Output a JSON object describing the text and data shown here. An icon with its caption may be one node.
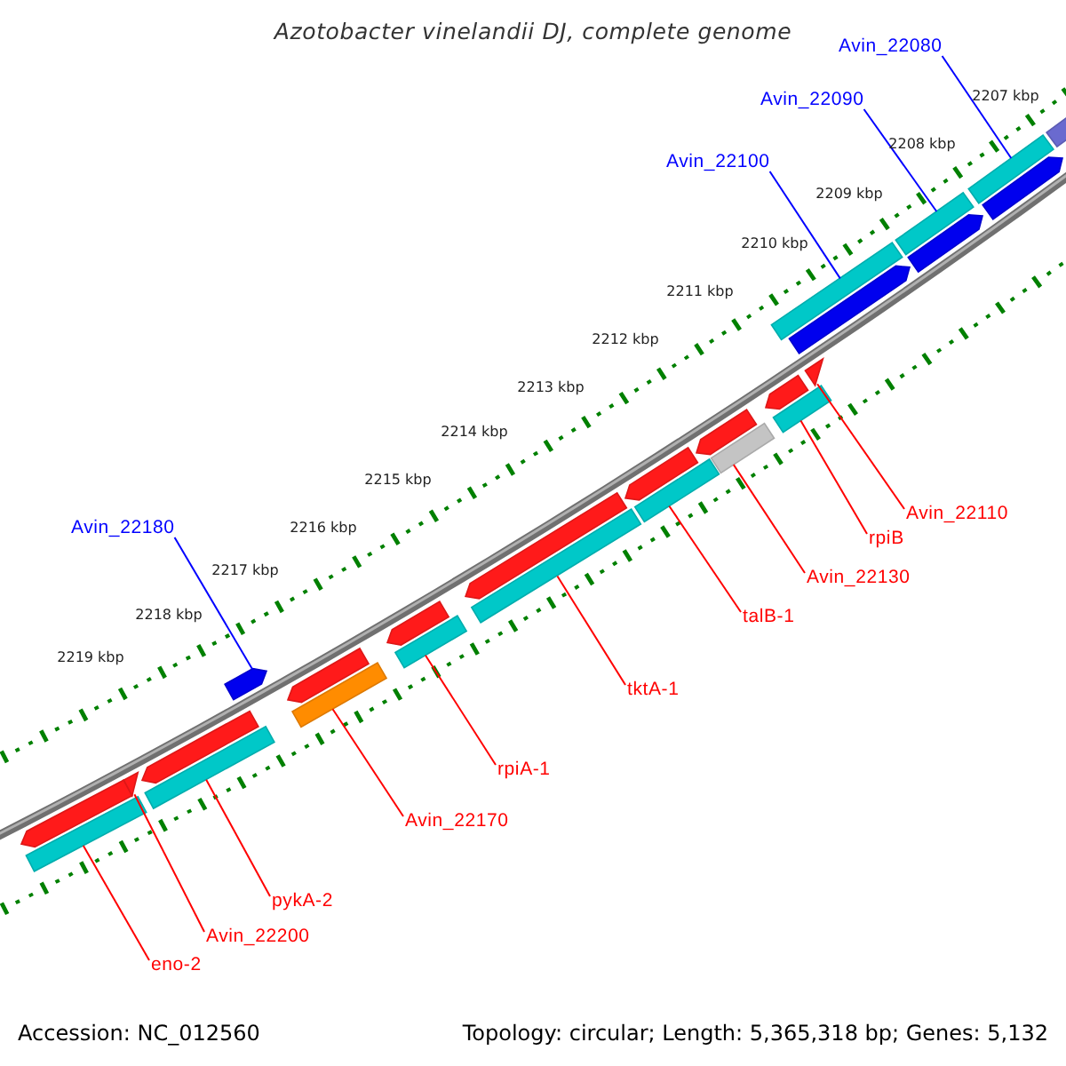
{
  "diagram": {
    "title": "Azotobacter vinelandii DJ, complete genome",
    "nodes": [
      {
        "text": [
          "Avin_22080"
        ]
      },
      {
        "text": [
          "Avin_22090"
        ]
      },
      {
        "text": [
          "Avin_22100"
        ]
      },
      {
        "text": [
          "Avin_22180"
        ]
      },
      {
        "text": [
          "Avin_22110"
        ]
      },
      {
        "text": [
          "rpiB"
        ]
      },
      {
        "text": [
          "Avin_22130"
        ]
      },
      {
        "text": [
          "talB-1"
        ]
      },
      {
        "text": [
          "tktA-1"
        ]
      },
      {
        "text": [
          "rpiA-1"
        ]
      },
      {
        "text": [
          "Avin_22170"
        ]
      },
      {
        "text": [
          "pykA-2"
        ]
      },
      {
        "text": [
          "Avin_22200"
        ]
      },
      {
        "text": [
          "eno-2"
        ]
      },
      {
        "text": [],
        "shape": "pentagon"
      },
      {
        "text": [],
        "shape": "bar"
      },
      {
        "text": [],
        "shape": "triangle"
      },
      {
        "text": [],
        "shape": "pentagon"
      },
      {
        "text": [],
        "shape": "bar"
      },
      {
        "text": [],
        "shape": "pentagon"
      },
      {
        "text": [],
        "shape": "pentagon"
      },
      {
        "text": [],
        "shape": "bar"
      },
      {
        "text": [],
        "shape": "pentagon"
      },
      {
        "text": [],
        "shape": "bar"
      },
      {
        "text": [],
        "shape": "pentagon"
      },
      {
        "text": [],
        "shape": "bar"
      },
      {
        "text": [],
        "shape": "pentagon"
      },
      {
        "text": [],
        "shape": "bar"
      },
      {
        "text": [],
        "shape": "pentagon"
      },
      {
        "text": [],
        "shape": "bar"
      },
      {
        "text": [],
        "shape": "pentagon"
      },
      {
        "text": [],
        "shape": "bar"
      },
      {
        "text": [],
        "shape": "bar"
      },
      {
        "text": [],
        "shape": "pentagon"
      },
      {
        "text": [],
        "shape": "triangle"
      },
      {
        "text": [],
        "shape": "bar"
      },
      {
        "text": [],
        "shape": "pentagon"
      },
      {
        "text": [],
        "shape": "bar"
      },
      {
        "text": [],
        "shape": "pentagon"
      },
      {
        "text": [],
        "shape": "bar"
      }
    ],
    "edges": [
      {
        "from": 0,
        "to": 37,
        "arrow": "none",
        "color": "#0000ff"
      },
      {
        "from": 1,
        "to": 35,
        "arrow": "none",
        "color": "#0000ff"
      },
      {
        "from": 2,
        "to": 31,
        "arrow": "none",
        "color": "#0000ff"
      },
      {
        "from": 3,
        "to": 19,
        "arrow": "none",
        "color": "#0000ff"
      },
      {
        "from": 4,
        "to": 34,
        "arrow": "none"
      },
      {
        "from": 5,
        "to": 32,
        "arrow": "none"
      },
      {
        "from": 6,
        "to": 29,
        "arrow": "none"
      },
      {
        "from": 7,
        "to": 27,
        "arrow": "none"
      },
      {
        "from": 8,
        "to": 25,
        "arrow": "none"
      },
      {
        "from": 9,
        "to": 23,
        "arrow": "none"
      },
      {
        "from": 10,
        "to": 21,
        "arrow": "none"
      },
      {
        "from": 11,
        "to": 18,
        "arrow": "none"
      },
      {
        "from": 12,
        "to": 16,
        "arrow": "none"
      },
      {
        "from": 13,
        "to": 15,
        "arrow": "none"
      }
    ],
    "labels": [
      "2207 kbp",
      "2208 kbp",
      "2209 kbp",
      "2210 kbp",
      "2211 kbp",
      "2212 kbp",
      "2213 kbp",
      "2214 kbp",
      "2215 kbp",
      "2216 kbp",
      "2217 kbp",
      "2218 kbp",
      "2219 kbp",
      "Accession: NC_012560",
      "Topology: circular; Length: 5,365,318 bp; Genes: 5,132"
    ]
  }
}
